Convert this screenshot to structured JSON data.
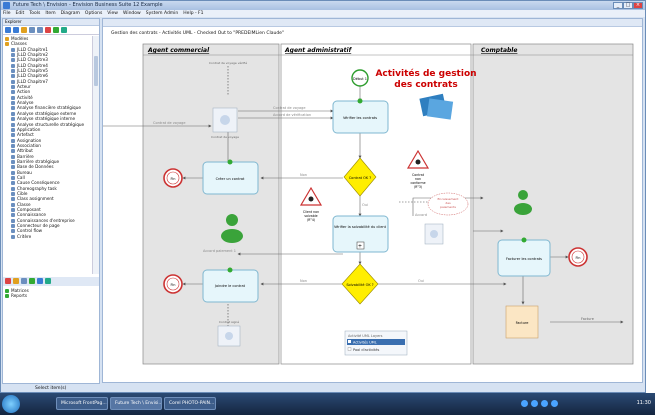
{
  "window": {
    "title": "Future Tech \\ Envision - Envision Business Suite 12 Example",
    "controls": [
      "_",
      "□",
      "×"
    ]
  },
  "menu": [
    "File",
    "Edit",
    "Tools",
    "Item",
    "Diagram",
    "Options",
    "View",
    "Window",
    "System Admin",
    "Help - F1"
  ],
  "left_panel": {
    "tab": "Explorer",
    "tree": [
      "Modèles",
      "Classes",
      "JLLD Chapitre1",
      "JLLD Chapitre2",
      "JLLD Chapitre3",
      "JLLD Chapitre4",
      "JLLD Chapitre5",
      "JLLD Chapitre6",
      "JLLD Chapitre7",
      "Acteur",
      "Action",
      "Activité",
      "Analyse",
      "Analyse financière stratégique",
      "Analyse stratégique externe",
      "Analyse stratégique interne",
      "Analyse structurelle stratégique",
      "Application",
      "Artefact",
      "Assignation",
      "Association",
      "Attribut",
      "Barrière",
      "Barrière stratégique",
      "Base de Données",
      "Bureau",
      "Call",
      "Cause Conséquence",
      "Choreography task",
      "Cible",
      "Class assignment",
      "Classe",
      "Composant",
      "Connaissance",
      "Connaissances d'entreprise",
      "Connecteur de page",
      "Control flow",
      "Critère"
    ],
    "sub_items": [
      "Matrices",
      "Reports"
    ]
  },
  "canvas": {
    "tab_title": "Gestion des contrats - Activités UML - Checked Out to \"PREDEIMLien Claude\"",
    "lanes": [
      "Agent commercial",
      "Agent administratif",
      "Comptable"
    ],
    "heading_line1": "Activités de gestion",
    "heading_line2": "des contrats",
    "start_label": "Début 1",
    "end_label_1": "Fin",
    "end_label_2": "Fin",
    "end_label_3": "Fin",
    "task_verify": "Vérifier les contrats",
    "task_create": "Créer un contrat",
    "task_check": "Vérifier la solvabilité du client",
    "task_join": "Joindre le contrat",
    "task_invoice": "Facturer les contrats",
    "gateway_1": "Contrat OK ?",
    "gateway_2": "Solvabilité OK ?",
    "doc_voyage_label": "Contrat de voyage",
    "doc_voyage_top": "Contrat de voyage vérifié",
    "doc_signe": "Contrat signé",
    "doc_invoice": "Facture",
    "doc_sent": "Facture",
    "flow_contrat_voyage": "Contrat de voyage",
    "flow_accord_verif": "Accord de vérification",
    "flow_non_1": "Non",
    "flow_oui_1": "Oui",
    "flow_non_2": "Non",
    "flow_oui_2": "Oui",
    "flow_accord": "Accord",
    "flow_accord_paiement": "Accord paiement 1",
    "flow_contrat_in": "Contrat de voyage",
    "risk_1_l1": "Contrat",
    "risk_1_l2": "non",
    "risk_1_l3": "conforme",
    "risk_1_l4": "(R°3)",
    "risk_2_l1": "Client non",
    "risk_2_l2": "solvable",
    "risk_2_l3": "(R°4)",
    "cloud_l1": "Encaissement",
    "cloud_l2": "des",
    "cloud_l3": "paiements",
    "legend_title": "Activité UML Layers",
    "legend_1": "Activités UML",
    "legend_2": "Pool d'activités"
  },
  "status": {
    "text": "Select item(s)"
  },
  "taskbar": {
    "items": [
      "Microsoft FrontPag...",
      "Future Tech \\ Envisi...",
      "Corel PHOTO-PAIN..."
    ],
    "clock": "11:30"
  },
  "colors": {
    "task_fill": "#e6f6fb",
    "task_stroke": "#7fb7d0",
    "gateway": "#ffee00",
    "start": "#2e9d2e",
    "end": "#cc3333",
    "heading": "#cc0000",
    "lane_shade": "#d9d9d9"
  }
}
